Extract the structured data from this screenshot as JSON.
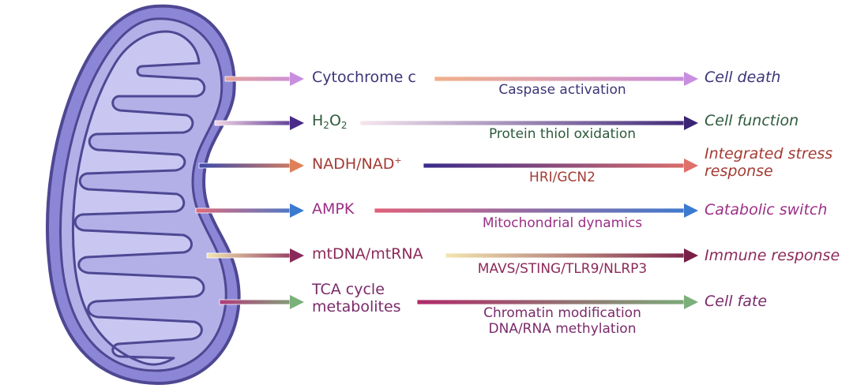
{
  "colors": {
    "organelle_fill": "#b3b0e8",
    "organelle_outer": "#8c86d6",
    "organelle_stroke": "#4e4893",
    "crista_fill": "#c9c7f2",
    "cytochrome": "#3b3577",
    "h2o2": "#2d5a3c",
    "nadh": "#a33b34",
    "ampk": "#9b2f86",
    "mtdna": "#8c2a5a",
    "tca": "#7a2a6a",
    "process_cyt": "#3b3577",
    "process_h2o2": "#2d5a3c",
    "process_nadh": "#a33b34",
    "process_ampk": "#9b2f86",
    "process_mtdna": "#8c2a5a",
    "process_tca": "#7a2a6a"
  },
  "pathways": [
    {
      "signal": "Cytochrome c",
      "process": [
        "Caspase activation"
      ],
      "outcome": [
        "Cell death"
      ],
      "short_arrow": [
        "#e6a39a",
        "#c98ee0"
      ],
      "long_arrow": [
        "#f0b08a",
        "#c98ee0"
      ]
    },
    {
      "signal_parts": [
        "H",
        "2",
        "O",
        "2"
      ],
      "process": [
        "Protein thiol oxidation"
      ],
      "outcome": [
        "Cell function"
      ],
      "short_arrow": [
        "#f2d6e6",
        "#4a2a8a"
      ],
      "long_arrow": [
        "#f6e6ee",
        "#3c2475"
      ]
    },
    {
      "signal_main": "NADH/NAD",
      "signal_sup": "+",
      "process": [
        "HRI/GCN2"
      ],
      "outcome": [
        "Integrated stress",
        "response"
      ],
      "short_arrow": [
        "#3a4aa8",
        "#e0805a"
      ],
      "long_arrow": [
        "#3a2b8a",
        "#e0706a"
      ]
    },
    {
      "signal": "AMPK",
      "process": [
        "Mitochondrial dynamics"
      ],
      "outcome": [
        "Catabolic switch"
      ],
      "short_arrow": [
        "#e06a7a",
        "#3a7ad0"
      ],
      "long_arrow": [
        "#e0607a",
        "#3a7ad0"
      ]
    },
    {
      "signal": "mtDNA/mtRNA",
      "process": [
        "MAVS/STING/TLR9/NLRP3"
      ],
      "outcome": [
        "Immune response"
      ],
      "short_arrow": [
        "#f2e6b0",
        "#8a2a5a"
      ],
      "long_arrow": [
        "#f2e6b0",
        "#7a2048"
      ]
    },
    {
      "signal_lines": [
        "TCA cycle",
        "metabolites"
      ],
      "process": [
        "Chromatin modification",
        "DNA/RNA methylation"
      ],
      "outcome": [
        "Cell fate"
      ],
      "short_arrow": [
        "#b03a7a",
        "#7ab07a"
      ],
      "long_arrow": [
        "#b02a6a",
        "#7ab07a"
      ]
    }
  ]
}
